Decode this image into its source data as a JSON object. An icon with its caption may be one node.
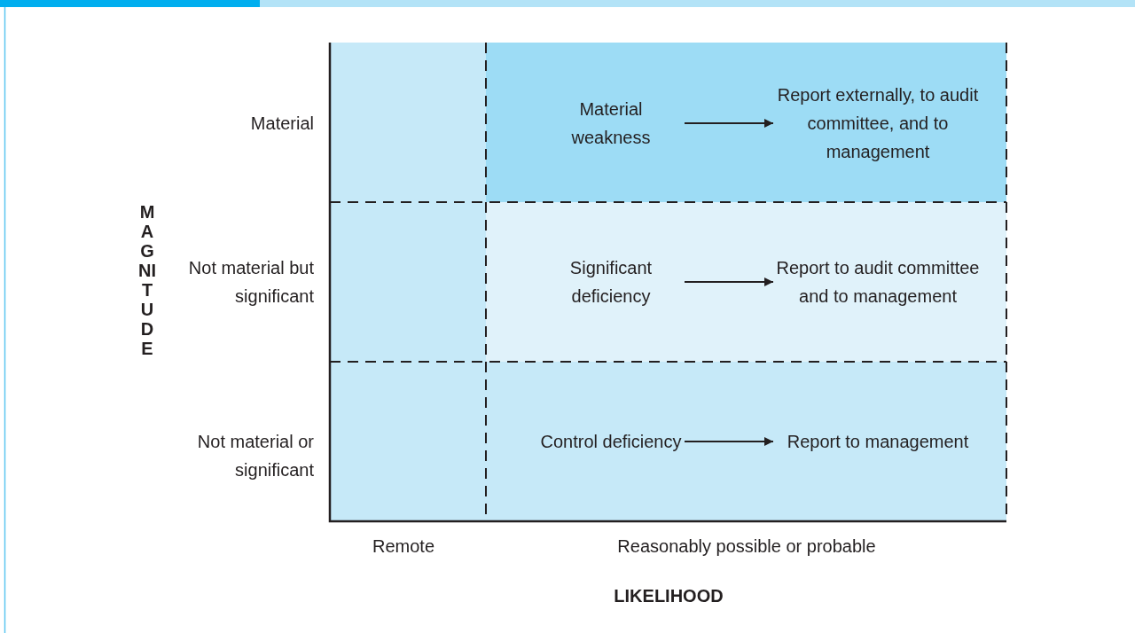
{
  "diagram": {
    "nodes": [
      {
        "text": [
          "Material weakness"
        ]
      },
      {
        "text": [
          "Report externally, to audit committee, and to management"
        ]
      },
      {
        "text": [
          "Significant deficiency"
        ]
      },
      {
        "text": [
          "Report to audit committee and to management"
        ]
      },
      {
        "text": [
          "Control deficiency"
        ]
      },
      {
        "text": [
          "Report to management"
        ]
      }
    ],
    "edges": [
      {
        "from": 0,
        "to": 1,
        "arrow": "to"
      },
      {
        "from": 2,
        "to": 3,
        "arrow": "to"
      },
      {
        "from": 4,
        "to": 5,
        "arrow": "to"
      }
    ],
    "labels": [
      "Material",
      "MAGNITUDE",
      "Not material but significant",
      "Not material or significant",
      "Remote",
      "Reasonably possible or probable",
      "LIKELIHOOD"
    ]
  }
}
